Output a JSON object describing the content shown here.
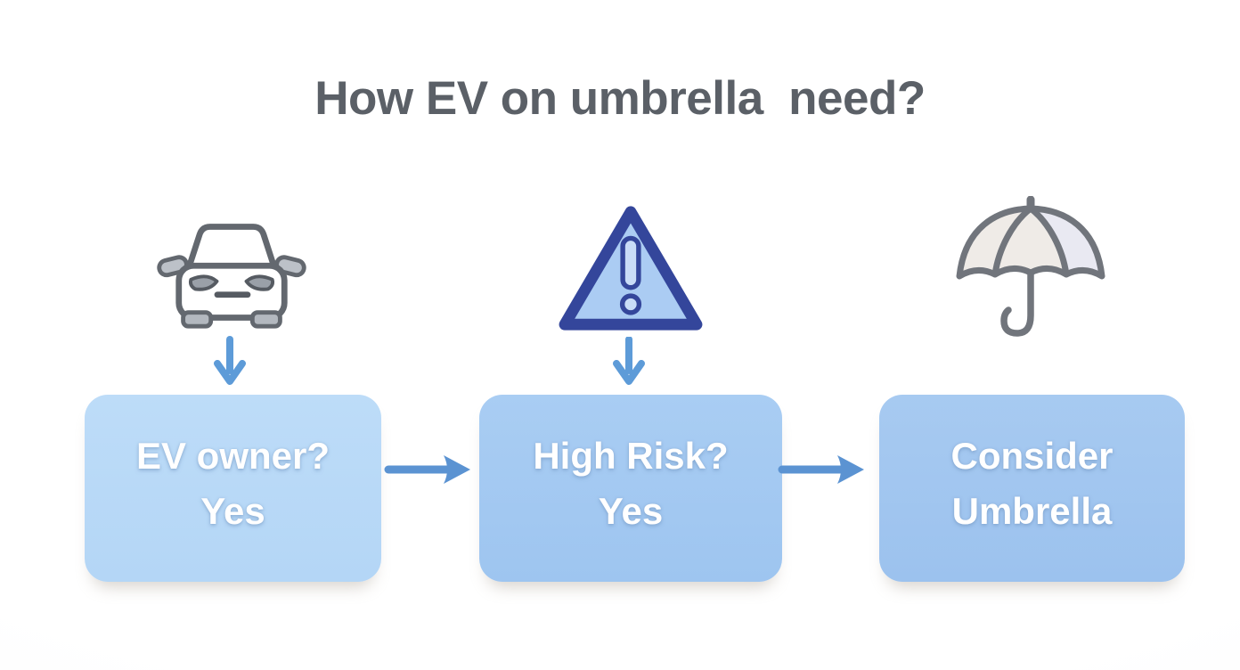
{
  "title": "How EV on umbrella  need?",
  "flow": {
    "nodes": [
      {
        "id": "ev-owner",
        "icon": "car-icon",
        "line1": "EV owner?",
        "line2": "Yes",
        "fill": "#b7d8f6",
        "down_arrow": true
      },
      {
        "id": "high-risk",
        "icon": "warning-triangle-icon",
        "line1": "High Risk?",
        "line2": "Yes",
        "fill": "#a3c9f1",
        "down_arrow": true
      },
      {
        "id": "consider-umbrella",
        "icon": "umbrella-icon",
        "line1": "Consider",
        "line2": "Umbrella",
        "fill": "#9fc4ef",
        "down_arrow": false
      }
    ],
    "connections": [
      {
        "from": "ev-owner",
        "to": "high-risk"
      },
      {
        "from": "high-risk",
        "to": "consider-umbrella"
      }
    ]
  },
  "colors": {
    "title_text": "#5b6067",
    "box_text": "#ffffff",
    "arrow_blue": "#5b93d2",
    "icon_gray": "#63686f",
    "triangle_border": "#34469b",
    "triangle_fill": "#abccf3",
    "umbrella_fill_warm": "#efebe7",
    "umbrella_fill_cool": "#e9e9f2",
    "background": "#ffffff"
  }
}
